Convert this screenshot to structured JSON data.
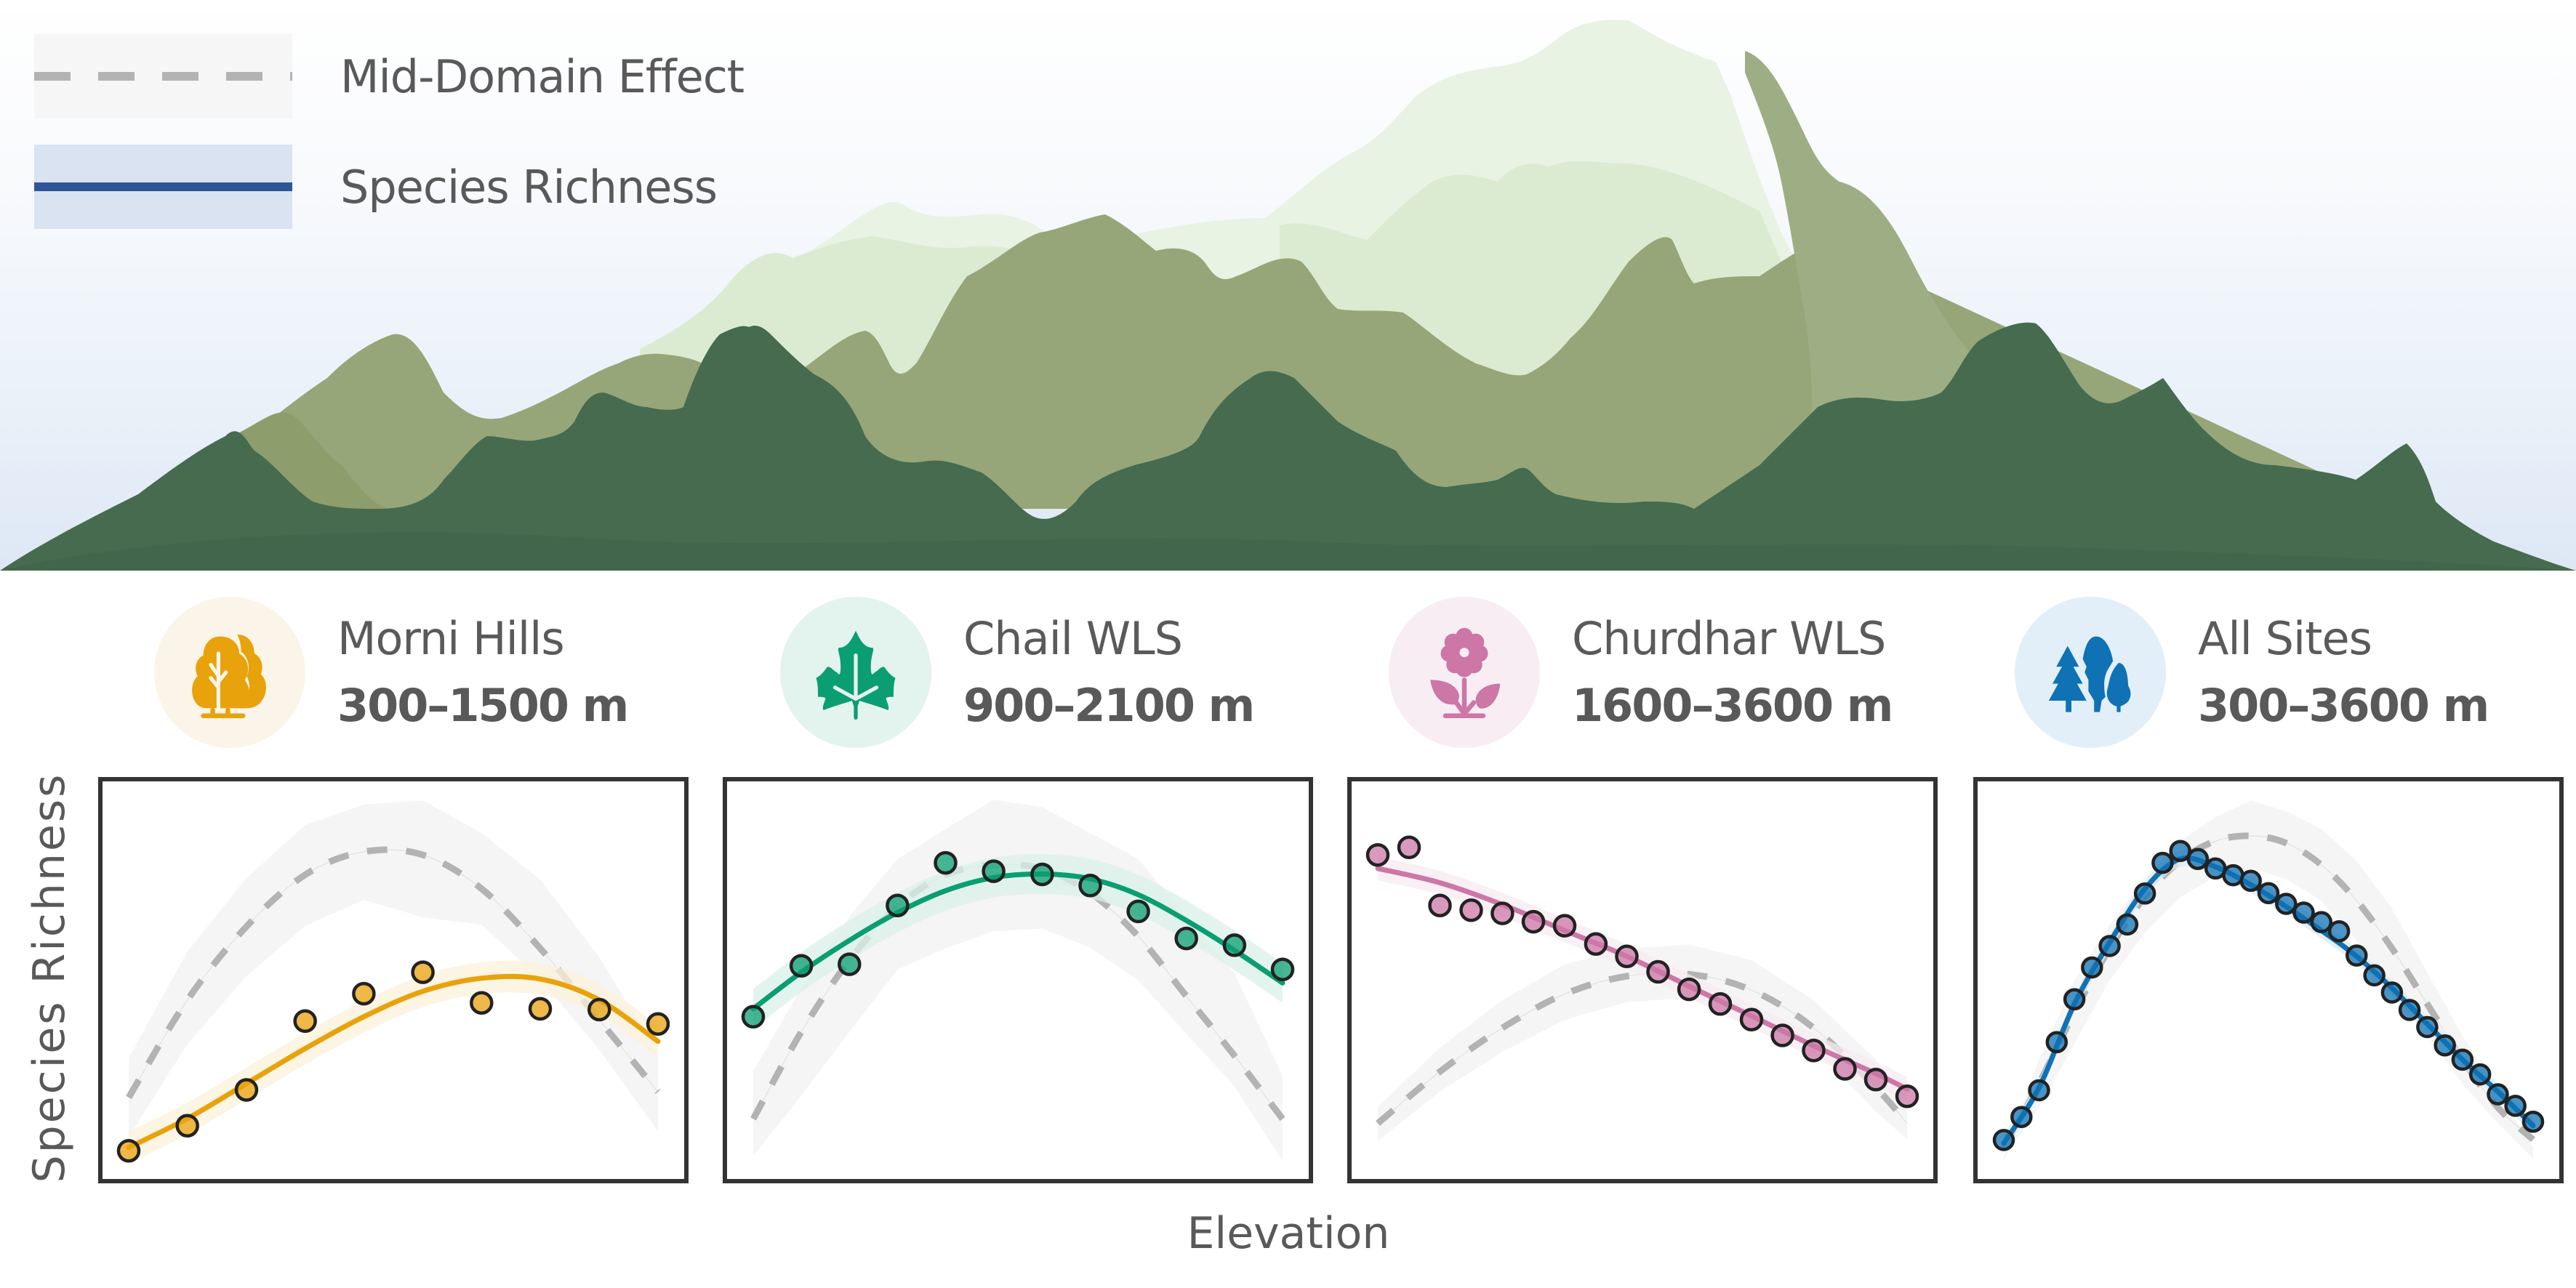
{
  "legend": {
    "items": [
      {
        "label": "Mid-Domain Effect",
        "style": "dashed",
        "line_color": "#b3b3b3",
        "band_color": "#f6f6f6"
      },
      {
        "label": "Species Richness",
        "style": "solid",
        "line_color": "#2e5597",
        "band_color": "#d9e3f2"
      }
    ]
  },
  "sites": [
    {
      "name": "Morni Hills",
      "range": "300–1500 m",
      "icon": "deciduous-tree-icon",
      "color": "#e8a20c",
      "bg": "#fbf5e9"
    },
    {
      "name": "Chail WLS",
      "range": "900–2100 m",
      "icon": "maple-leaf-icon",
      "color": "#0a9e72",
      "bg": "#e3f4ef"
    },
    {
      "name": "Churdhar WLS",
      "range": "1600–3600 m",
      "icon": "flower-icon",
      "color": "#cc77a6",
      "bg": "#f9edf4"
    },
    {
      "name": "All Sites",
      "range": "300–3600 m",
      "icon": "forest-icon",
      "color": "#0f72b4",
      "bg": "#e3eff8"
    }
  ],
  "axes": {
    "ylabel": "Species Richness",
    "xlabel": "Elevation"
  },
  "chart_data": [
    {
      "type": "scatter",
      "title": "Morni Hills",
      "subtitle": "300–1500 m",
      "xlabel": "Elevation",
      "ylabel": "Species Richness",
      "xlim": [
        300,
        1500
      ],
      "ylim": [
        0,
        100
      ],
      "grid": false,
      "color": "#e8a20c",
      "points": {
        "x": [
          300,
          433,
          567,
          700,
          833,
          967,
          1100,
          1233,
          1367,
          1500
        ],
        "y": [
          7.1,
          13.4,
          22.4,
          39.7,
          46.6,
          52.0,
          44.3,
          42.8,
          42.6,
          39.0
        ]
      },
      "fit": {
        "x": [
          300,
          433,
          567,
          700,
          833,
          967,
          1100,
          1233,
          1367,
          1500
        ],
        "y": [
          7.9,
          15.2,
          24.0,
          32.8,
          40.8,
          47.2,
          50.5,
          50.3,
          45.0,
          34.6
        ],
        "band": 4
      },
      "mid_domain": {
        "x": [
          300,
          433,
          567,
          700,
          833,
          967,
          1100,
          1233,
          1367,
          1500
        ],
        "y": [
          20.5,
          45.0,
          63.5,
          76.5,
          82.3,
          81.5,
          73.0,
          58.0,
          40.0,
          21.9
        ],
        "upper": [
          30.5,
          57.2,
          75.7,
          89.0,
          94.2,
          95.2,
          87.0,
          75.3,
          55.8,
          31.2
        ],
        "lower": [
          10.6,
          33.9,
          51.0,
          63.7,
          70.2,
          65.8,
          64.0,
          50.3,
          32.5,
          12.0
        ]
      }
    },
    {
      "type": "scatter",
      "title": "Chail WLS",
      "subtitle": "900–2100 m",
      "xlabel": "Elevation",
      "ylabel": "Species Richness",
      "xlim": [
        900,
        2100
      ],
      "ylim": [
        0,
        100
      ],
      "grid": false,
      "color": "#0a9e72",
      "points": {
        "x": [
          900,
          1009,
          1118,
          1227,
          1336,
          1445,
          1555,
          1664,
          1773,
          1882,
          1991,
          2100
        ],
        "y": [
          40.8,
          53.6,
          54.0,
          68.8,
          79.5,
          77.4,
          76.6,
          73.8,
          67.3,
          60.5,
          58.8,
          52.7
        ]
      },
      "fit": {
        "x": [
          900,
          1009,
          1118,
          1227,
          1336,
          1445,
          1555,
          1664,
          1773,
          1882,
          1991,
          2100
        ],
        "y": [
          42.8,
          52.0,
          60.0,
          67.0,
          72.5,
          75.8,
          76.7,
          75.5,
          71.5,
          65.0,
          57.5,
          49.3
        ],
        "band": 5
      },
      "mid_domain": {
        "x": [
          900,
          1009,
          1118,
          1227,
          1336,
          1445,
          1555,
          1664,
          1773,
          1882,
          1991,
          2100
        ],
        "y": [
          15.1,
          37.0,
          55.0,
          68.5,
          76.5,
          79.0,
          78.0,
          72.0,
          61.0,
          46.0,
          31.0,
          15.1
        ],
        "upper": [
          27.1,
          48.0,
          66.0,
          80.5,
          88.0,
          95.4,
          93.5,
          87.0,
          80.5,
          66.0,
          51.7,
          26.0
        ],
        "lower": [
          5.8,
          21.0,
          37.0,
          52.7,
          58.0,
          62.3,
          63.0,
          58.2,
          50.0,
          36.5,
          23.3,
          4.5
        ]
      }
    },
    {
      "type": "scatter",
      "title": "Churdhar WLS",
      "subtitle": "1600–3600 m",
      "xlabel": "Elevation",
      "ylabel": "Species Richness",
      "xlim": [
        1600,
        3600
      ],
      "ylim": [
        0,
        100
      ],
      "grid": false,
      "color": "#cc77a6",
      "points": {
        "x": [
          1600,
          1718,
          1835,
          1953,
          2071,
          2188,
          2306,
          2424,
          2541,
          2659,
          2776,
          2894,
          3012,
          3129,
          3247,
          3365,
          3482,
          3600
        ],
        "y": [
          81.5,
          83.4,
          68.8,
          67.6,
          66.8,
          64.7,
          63.7,
          59.1,
          56.0,
          52.1,
          47.7,
          44.0,
          40.1,
          36.1,
          32.3,
          27.7,
          25.0,
          20.8
        ]
      },
      "fit": {
        "x": [
          1600,
          1835,
          2071,
          2306,
          2541,
          2776,
          3012,
          3247,
          3482,
          3600
        ],
        "y": [
          78.1,
          74.5,
          69.0,
          62.5,
          56.0,
          48.5,
          41.0,
          33.5,
          26.5,
          22.6
        ],
        "band": 3
      },
      "mid_domain": {
        "x": [
          1600,
          1835,
          2071,
          2306,
          2541,
          2776,
          3012,
          3247,
          3482,
          3600
        ],
        "y": [
          14.0,
          27.0,
          38.0,
          46.5,
          51.0,
          51.5,
          47.5,
          38.0,
          23.0,
          14.0
        ],
        "upper": [
          18.2,
          33.0,
          45.0,
          54.0,
          58.0,
          58.9,
          55.0,
          45.0,
          30.0,
          17.5
        ],
        "lower": [
          9.6,
          22.0,
          32.0,
          40.0,
          44.5,
          45.5,
          42.5,
          33.0,
          17.0,
          9.9
        ]
      }
    },
    {
      "type": "scatter",
      "title": "All Sites",
      "subtitle": "300–3600 m",
      "xlabel": "Elevation",
      "ylabel": "Species Richness",
      "xlim": [
        300,
        3600
      ],
      "ylim": [
        0,
        100
      ],
      "grid": false,
      "color": "#0f72b4",
      "points": {
        "x": [
          300,
          410,
          520,
          630,
          740,
          850,
          960,
          1070,
          1180,
          1290,
          1400,
          1510,
          1620,
          1730,
          1840,
          1950,
          2060,
          2170,
          2280,
          2390,
          2500,
          2610,
          2720,
          2830,
          2940,
          3050,
          3160,
          3270,
          3380,
          3490,
          3600
        ],
        "y": [
          9.8,
          15.6,
          22.3,
          34.4,
          45.2,
          53.2,
          58.6,
          64.0,
          71.8,
          79.5,
          82.5,
          80.5,
          78.1,
          76.4,
          75.0,
          71.9,
          69.2,
          67.0,
          64.6,
          62.3,
          56.2,
          51.2,
          46.9,
          42.5,
          38.2,
          33.6,
          30.0,
          26.3,
          21.3,
          18.4,
          14.4
        ]
      },
      "fit": {
        "x": [
          300,
          520,
          740,
          960,
          1180,
          1400,
          1620,
          1840,
          2060,
          2280,
          2500,
          2720,
          2940,
          3160,
          3380,
          3600
        ],
        "y": [
          9.0,
          23.0,
          44.0,
          59.5,
          73.0,
          80.5,
          78.5,
          74.0,
          68.5,
          62.5,
          56.0,
          48.0,
          39.0,
          30.0,
          22.0,
          13.4
        ],
        "band": 2
      },
      "mid_domain": {
        "x": [
          300,
          520,
          740,
          960,
          1180,
          1400,
          1620,
          1840,
          2060,
          2280,
          2500,
          2720,
          2940,
          3160,
          3380,
          3600
        ],
        "y": [
          7.9,
          24.0,
          42.0,
          58.0,
          71.0,
          80.0,
          85.0,
          86.3,
          84.5,
          79.0,
          70.0,
          58.0,
          44.0,
          30.0,
          18.0,
          9.9
        ],
        "upper": [
          5.8,
          30.0,
          50.0,
          64.0,
          76.0,
          85.0,
          91.0,
          95.2,
          92.5,
          88.0,
          80.0,
          68.0,
          52.0,
          36.0,
          22.0,
          7.9
        ],
        "lower": [
          5.1,
          18.0,
          34.0,
          50.0,
          62.0,
          70.9,
          76.0,
          78.1,
          75.5,
          70.0,
          60.0,
          47.0,
          36.0,
          24.0,
          14.0,
          5.1
        ]
      }
    }
  ]
}
